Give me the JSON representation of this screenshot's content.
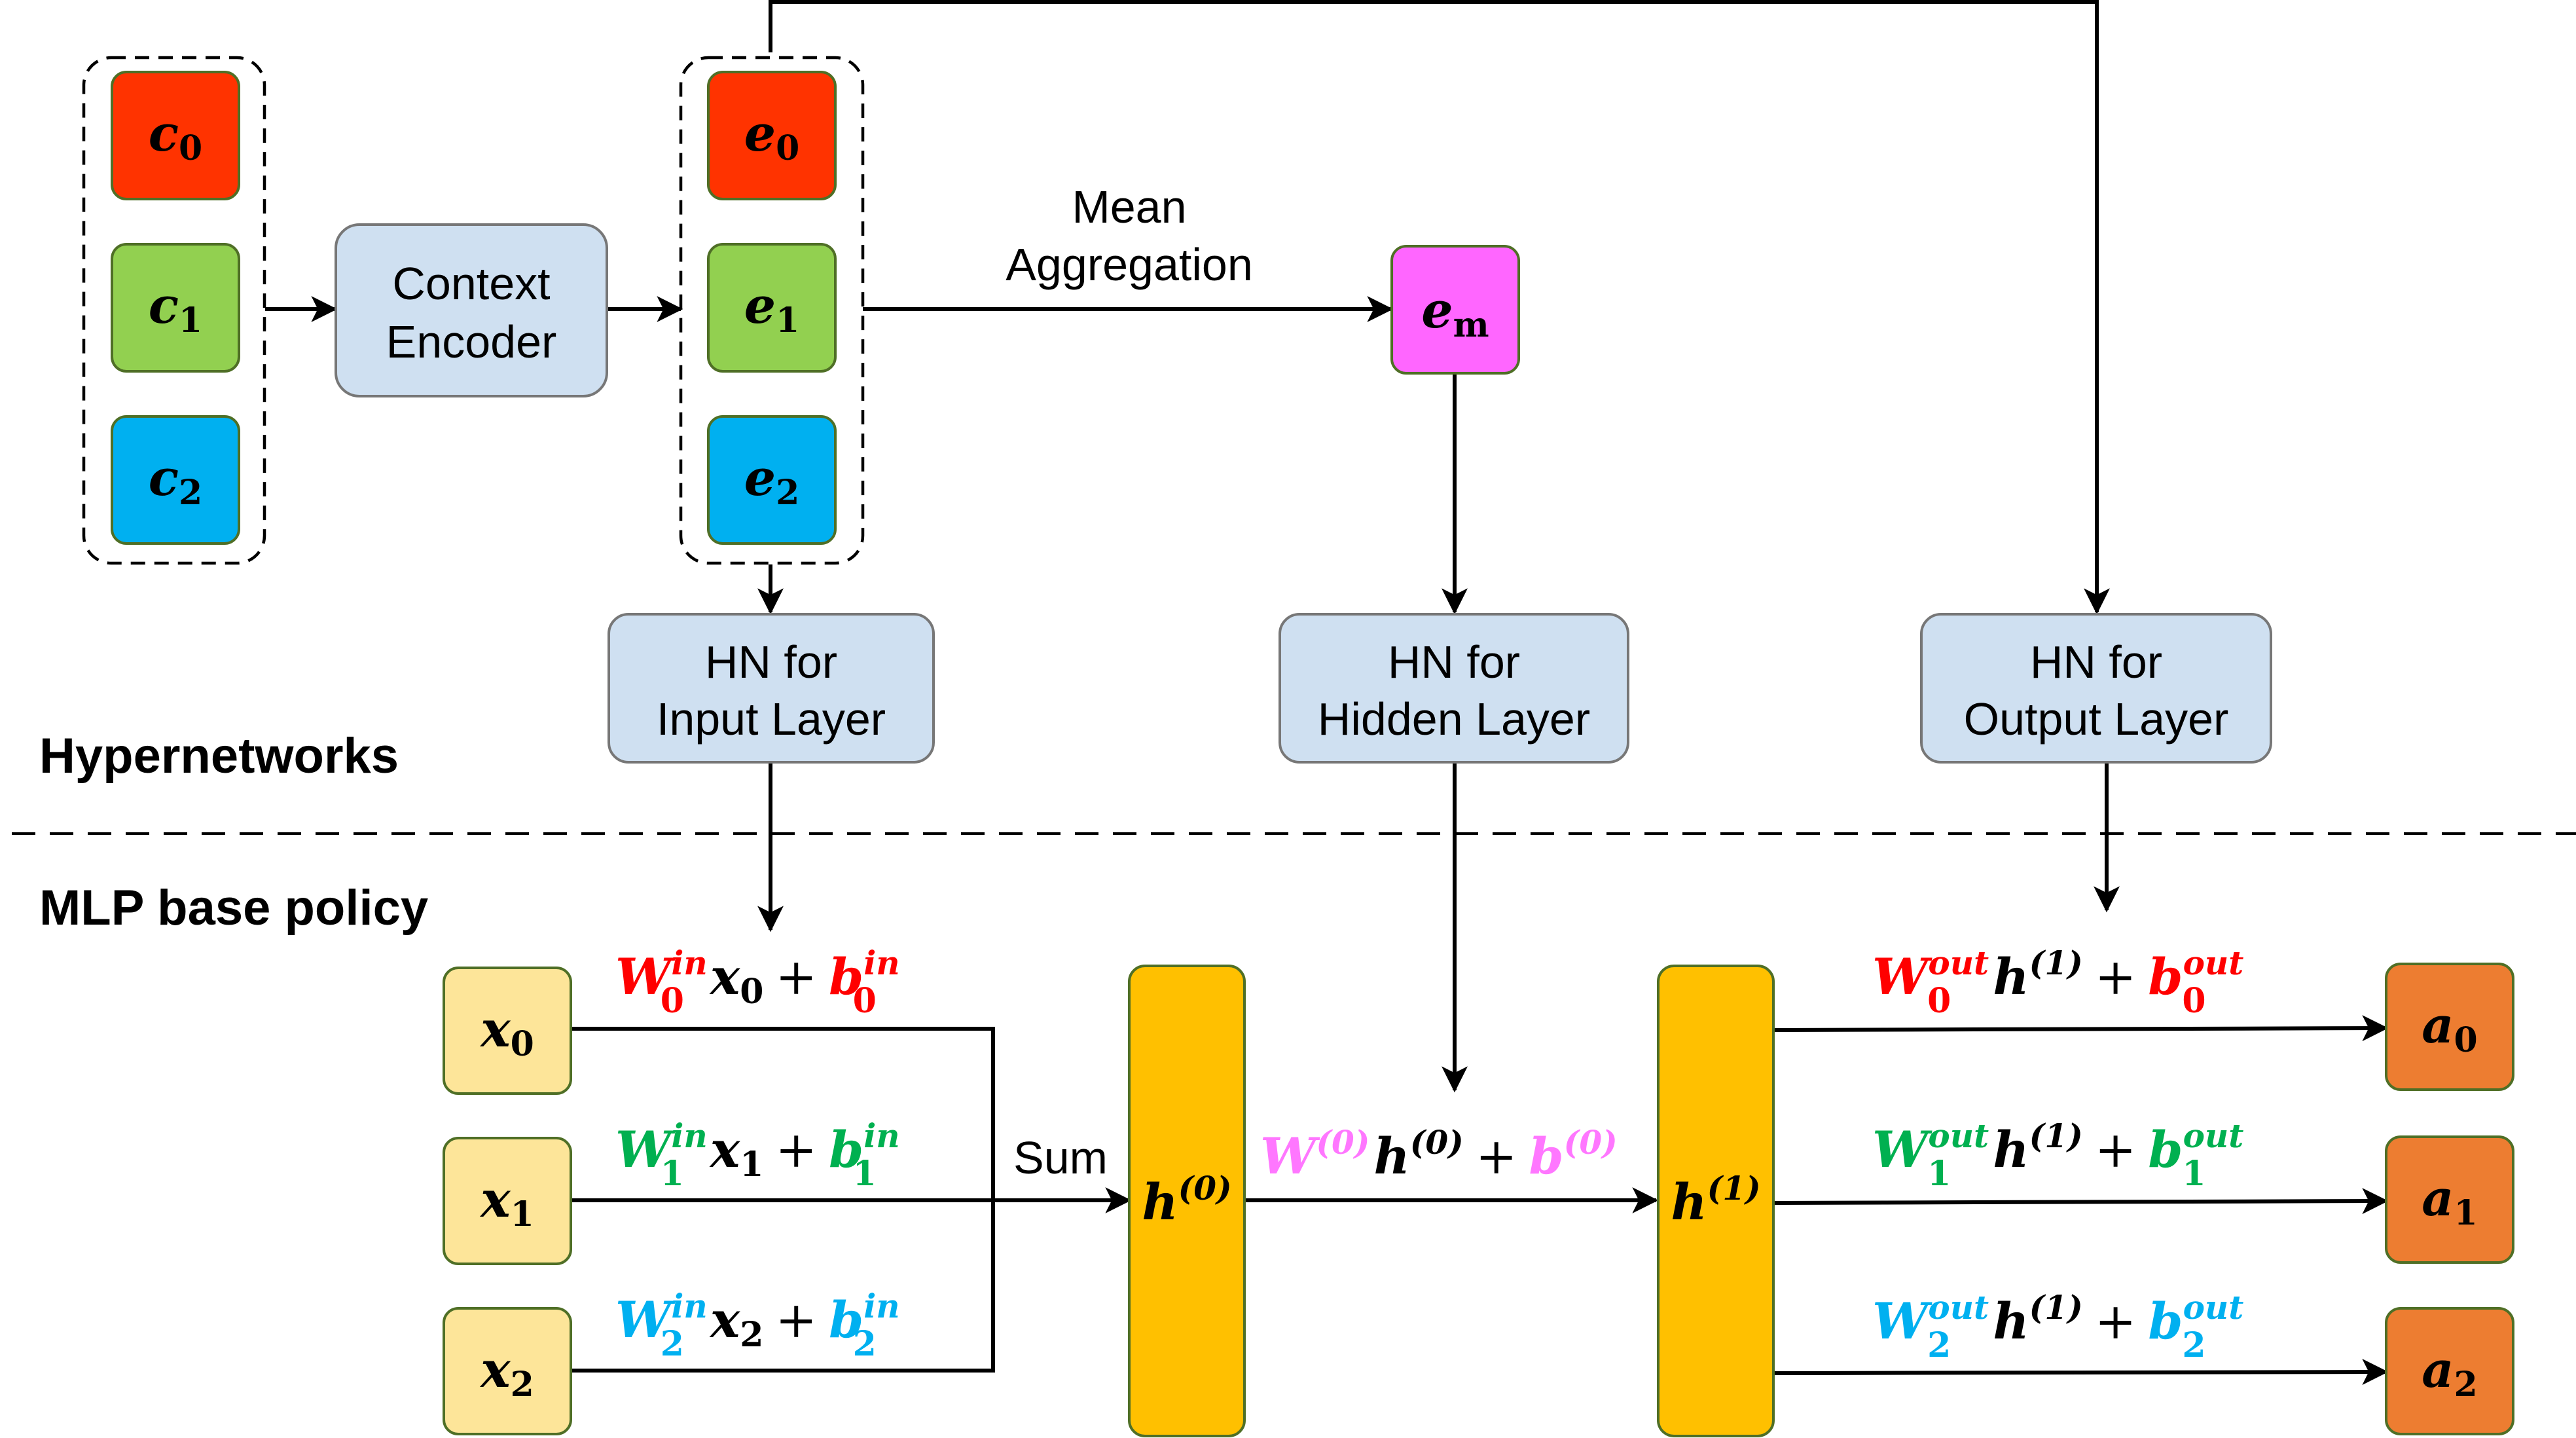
{
  "sections": {
    "hypernetworks": "Hypernetworks",
    "mlp_base_policy": "MLP base policy"
  },
  "blocks": {
    "context_encoder": [
      "Context",
      "Encoder"
    ],
    "mean_aggregation": [
      "Mean",
      "Aggregation"
    ],
    "hn_input": [
      "HN for",
      "Input Layer"
    ],
    "hn_hidden": [
      "HN for",
      "Hidden Layer"
    ],
    "hn_output": [
      "HN for",
      "Output Layer"
    ],
    "sum": "Sum"
  },
  "nodes": {
    "c": [
      {
        "sym": "c",
        "sub": "0"
      },
      {
        "sym": "c",
        "sub": "1"
      },
      {
        "sym": "c",
        "sub": "2"
      }
    ],
    "e": [
      {
        "sym": "e",
        "sub": "0"
      },
      {
        "sym": "e",
        "sub": "1"
      },
      {
        "sym": "e",
        "sub": "2"
      }
    ],
    "em": {
      "sym": "e",
      "sub": "m"
    },
    "x": [
      {
        "sym": "x",
        "sub": "0"
      },
      {
        "sym": "x",
        "sub": "1"
      },
      {
        "sym": "x",
        "sub": "2"
      }
    ],
    "h0": {
      "sym": "h",
      "sup": "(0)"
    },
    "h1": {
      "sym": "h",
      "sup": "(1)"
    },
    "a": [
      {
        "sym": "a",
        "sub": "0"
      },
      {
        "sym": "a",
        "sub": "1"
      },
      {
        "sym": "a",
        "sub": "2"
      }
    ]
  },
  "equations": {
    "input": [
      {
        "W": "W",
        "Wsup": "in",
        "Wsub": "0",
        "x": "x",
        "xsub": "0",
        "plus": "+",
        "b": "b",
        "bsup": "in",
        "bsub": "0"
      },
      {
        "W": "W",
        "Wsup": "in",
        "Wsub": "1",
        "x": "x",
        "xsub": "1",
        "plus": "+",
        "b": "b",
        "bsup": "in",
        "bsub": "1"
      },
      {
        "W": "W",
        "Wsup": "in",
        "Wsub": "2",
        "x": "x",
        "xsub": "2",
        "plus": "+",
        "b": "b",
        "bsup": "in",
        "bsub": "2"
      }
    ],
    "hidden": {
      "W": "W",
      "Wsup": "(0)",
      "h": "h",
      "hsup": "(0)",
      "plus": "+",
      "b": "b",
      "bsup": "(0)"
    },
    "output": [
      {
        "W": "W",
        "Wsup": "out",
        "Wsub": "0",
        "h": "h",
        "hsup": "(1)",
        "plus": "+",
        "b": "b",
        "bsup": "out",
        "bsub": "0"
      },
      {
        "W": "W",
        "Wsup": "out",
        "Wsub": "1",
        "h": "h",
        "hsup": "(1)",
        "plus": "+",
        "b": "b",
        "bsup": "out",
        "bsub": "1"
      },
      {
        "W": "W",
        "Wsup": "out",
        "Wsub": "2",
        "h": "h",
        "hsup": "(1)",
        "plus": "+",
        "b": "b",
        "bsup": "out",
        "bsub": "2"
      }
    ]
  },
  "colors": {
    "red": "#ff3300",
    "red_text": "#ff0000",
    "green": "#92d050",
    "green_text": "#00b050",
    "blue": "#00b0f0",
    "magenta": "#ff66ff",
    "magenta_text": "#ff77ff",
    "block_fill": "#cfe0f1",
    "block_stroke": "#777777",
    "x_fill": "#fde599",
    "h_fill": "#ffc000",
    "a_fill": "#ed7d31"
  }
}
